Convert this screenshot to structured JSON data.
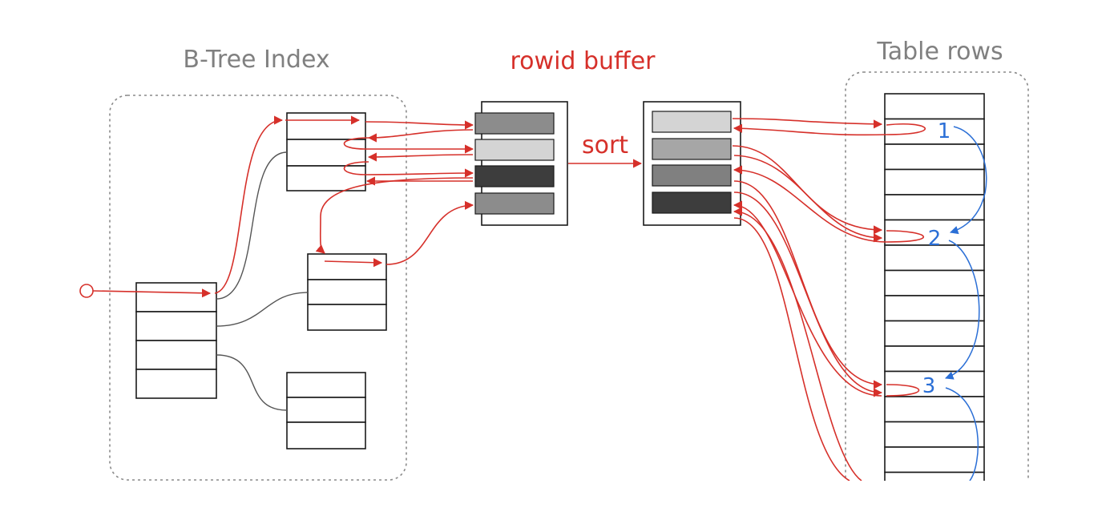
{
  "labels": {
    "btree": "B-Tree Index",
    "rowid_buffer": "rowid buffer",
    "sort": "sort",
    "table_rows": "Table rows"
  },
  "row_numbers": [
    "1",
    "2",
    "3"
  ],
  "colors": {
    "red": "#d6302a",
    "blue": "#2b6fd6",
    "gray": "#808080",
    "buffer_left": [
      "#8c8c8c",
      "#d4d4d4",
      "#3d3d3d",
      "#8c8c8c"
    ],
    "buffer_right": [
      "#d4d4d4",
      "#a6a6a6",
      "#808080",
      "#3d3d3d"
    ]
  }
}
